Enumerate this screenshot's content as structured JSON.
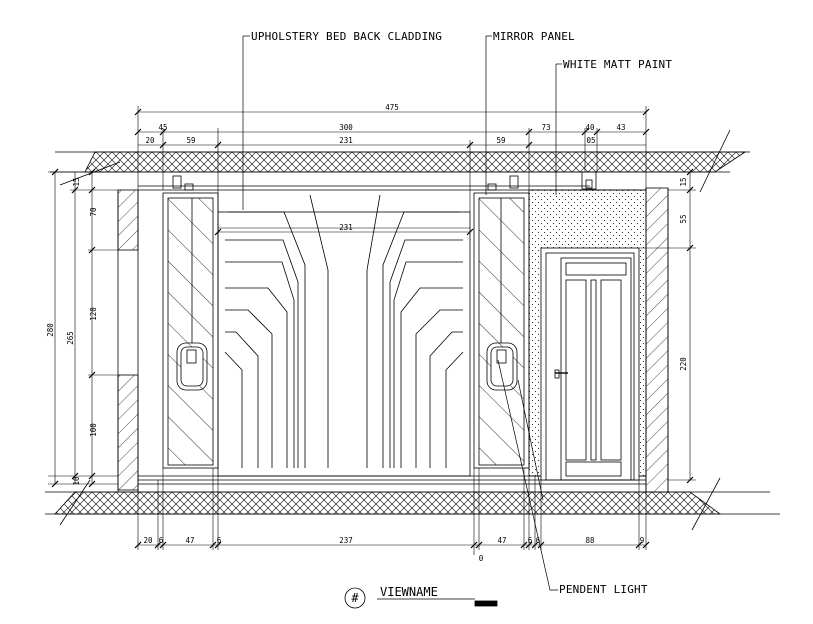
{
  "callouts": {
    "upholstery": "UPHOLSTERY BED BACK CLADDING",
    "mirror": "MIRROR PANEL",
    "paint": "WHITE MATT PAINT",
    "light": "PENDENT LIGHT"
  },
  "view": {
    "symbol": "#",
    "name": "VIEWNAME"
  },
  "dimensions": {
    "top_overall": "475",
    "top_row1": [
      "45",
      "300",
      "73",
      "40",
      "43"
    ],
    "top_row2": [
      "20",
      "59",
      "231",
      "59",
      "05"
    ],
    "top_inner": "231",
    "left_outer": "280",
    "left_mid": "265",
    "left_small": [
      "15",
      "70",
      "120",
      "100",
      "10"
    ],
    "right": [
      "15",
      "55",
      "220"
    ],
    "bottom": [
      "20",
      "6",
      "47",
      "6",
      "237",
      "47",
      "6",
      "6",
      "88",
      "9"
    ],
    "bottom_extra": "0"
  },
  "colors": {
    "line": "#000000",
    "background": "#ffffff"
  }
}
